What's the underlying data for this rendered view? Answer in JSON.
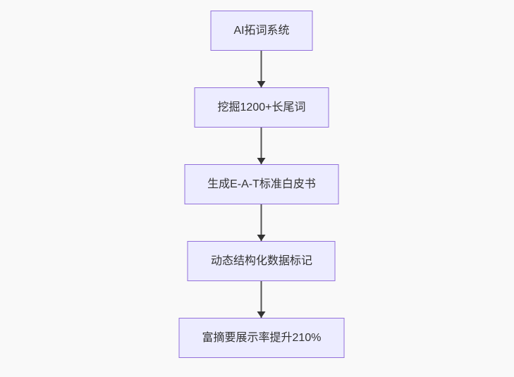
{
  "diagram": {
    "type": "flowchart",
    "direction": "top-down",
    "colors": {
      "background": "#f9f9f9",
      "node_fill": "#ECECFF",
      "node_border": "#9370DB",
      "node_text": "#333333",
      "edge_line": "#555555",
      "arrowhead": "#333333"
    },
    "nodes": [
      {
        "label": "AI拓词系统"
      },
      {
        "label": "挖掘1200+长尾词"
      },
      {
        "label": "生成E-A-T标准白皮书"
      },
      {
        "label": "动态结构化数据标记"
      },
      {
        "label": "富摘要展示率提升210%"
      }
    ],
    "edges": [
      {
        "from": 0,
        "to": 1
      },
      {
        "from": 1,
        "to": 2
      },
      {
        "from": 2,
        "to": 3
      },
      {
        "from": 3,
        "to": 4
      }
    ]
  }
}
